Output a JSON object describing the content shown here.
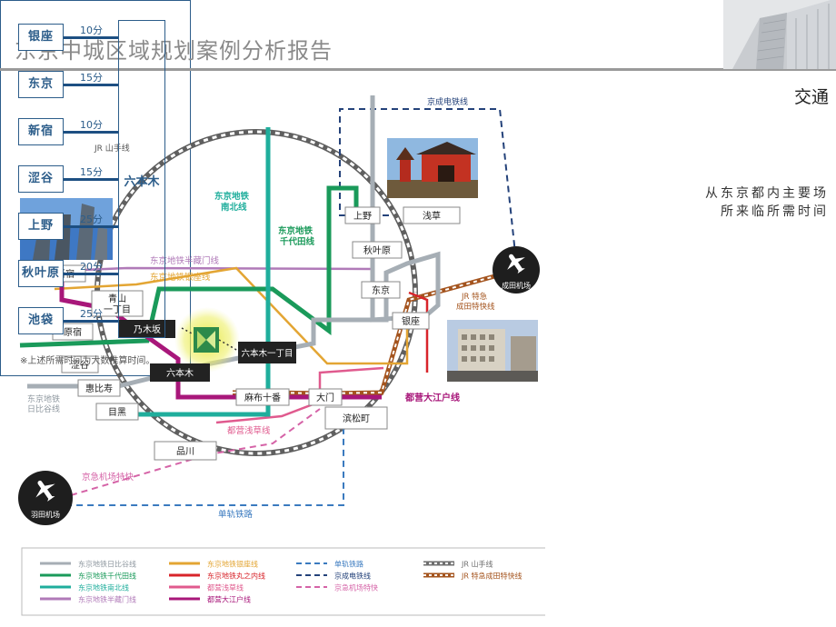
{
  "header": {
    "title": "东京中城区域规划案例分析报告",
    "section": "交通"
  },
  "intro": {
    "line1": "从东京都内主要场",
    "line2": "所来临所需时间"
  },
  "colors": {
    "hibiya": "#a6aeb5",
    "chiyoda": "#1a9a5a",
    "nanboku": "#1fae9c",
    "hanzomon": "#b07ab8",
    "ginza": "#e3a533",
    "marunouchi": "#d8242a",
    "asakusa": "#e05a8e",
    "oedo": "#a8177a",
    "monorail": "#3a7abf",
    "keisei": "#24427a",
    "keikyu": "#d563a7",
    "jr": "#6e6e6e",
    "narita_express": "#a4541e",
    "panel_blue": "#2c5d8a"
  },
  "map": {
    "line_labels": {
      "jr_yamanote": "JR 山手线",
      "keisei": "京成电铁线",
      "nanboku": "东京地铁\n南北线",
      "chiyoda": "东京地铁\n千代田线",
      "hanzomon": "东京地铁半藏门线",
      "ginza": "东京地铁银座线",
      "hibiya": "东京地铁\n日比谷线",
      "oedo": "都营大江户线",
      "asakusa": "都营浅草线",
      "keikyu": "京急机场特快",
      "monorail": "单轨铁路",
      "narita_express": "JR 特急\n成田特快线"
    },
    "stations": {
      "shinjuku": "新宿",
      "aoyama": "青山\n一丁目",
      "harajuku": "原宿",
      "nogizaka": "乃木坂",
      "shibuya": "涩谷",
      "roppongi": "六本木",
      "roppongi_itchome": "六本木一丁目",
      "ebisu": "惠比寿",
      "meguro": "目黑",
      "azabu_juban": "麻布十番",
      "daimon": "大门",
      "hamamatsucho": "滨松町",
      "shinagawa": "品川",
      "ueno": "上野",
      "asakusa": "浅草",
      "akihabara": "秋叶原",
      "tokyo": "东京",
      "ginza": "银座"
    },
    "airports": {
      "narita": "成田机场",
      "haneda": "羽田机场"
    }
  },
  "legend": {
    "items": [
      {
        "label": "东京地铁日比谷线",
        "style": "solid",
        "color": "#a6aeb5"
      },
      {
        "label": "东京地铁千代田线",
        "style": "solid",
        "color": "#1a9a5a"
      },
      {
        "label": "东京地铁南北线",
        "style": "solid",
        "color": "#1fae9c"
      },
      {
        "label": "东京地铁半藏门线",
        "style": "solid",
        "color": "#b07ab8"
      },
      {
        "label": "东京地铁银座线",
        "style": "solid",
        "color": "#e3a533"
      },
      {
        "label": "东京地铁丸之内线",
        "style": "solid",
        "color": "#d8242a"
      },
      {
        "label": "都营浅草线",
        "style": "solid",
        "color": "#e05a8e"
      },
      {
        "label": "都营大江户线",
        "style": "solid",
        "color": "#a8177a"
      },
      {
        "label": "单轨铁路",
        "style": "dashed",
        "color": "#3a7abf"
      },
      {
        "label": "京成电铁线",
        "style": "dashed",
        "color": "#24427a"
      },
      {
        "label": "京急机场特快",
        "style": "dashed",
        "color": "#d563a7"
      },
      {
        "label": "JR 山手线",
        "style": "rail",
        "color": "#6e6e6e"
      },
      {
        "label": "JR 特急成田特快线",
        "style": "rail",
        "color": "#a4541e"
      }
    ]
  },
  "travel_times": {
    "destination": "六本木",
    "origins": [
      {
        "name": "银座",
        "minutes": "10分"
      },
      {
        "name": "东京",
        "minutes": "15分"
      },
      {
        "name": "新宿",
        "minutes": "10分"
      },
      {
        "name": "涩谷",
        "minutes": "15分"
      },
      {
        "name": "上野",
        "minutes": "25分"
      },
      {
        "name": "秋叶原",
        "minutes": "20分"
      },
      {
        "name": "池袋",
        "minutes": "25分"
      }
    ],
    "note": "※上述所需时间为大数推算时间。"
  }
}
